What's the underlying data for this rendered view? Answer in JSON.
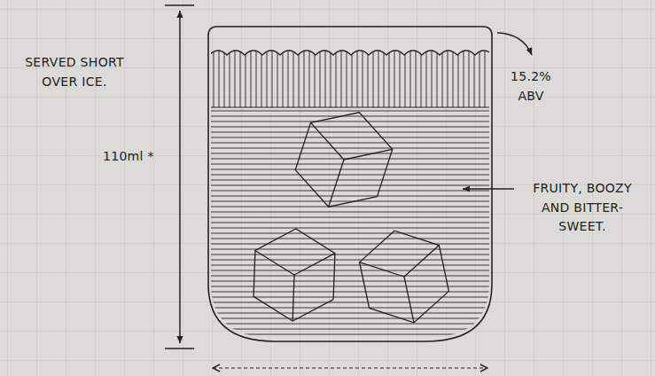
{
  "diagram": {
    "labels": [
      "SERVED SHORT OVER ICE.",
      "110ml *",
      "15.2% ABV",
      "FRUITY, BOOZY AND BITTER- SWEET."
    ]
  }
}
